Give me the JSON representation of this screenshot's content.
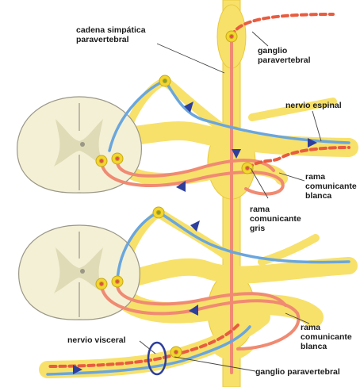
{
  "labels": {
    "sympathetic_chain": [
      "cadena simpática",
      "paravertebral"
    ],
    "ganglion_top": [
      "ganglio",
      "paravertebral"
    ],
    "spinal_nerve": "nervio espinal",
    "white_ramus_1": [
      "rama",
      "comunicante",
      "blanca"
    ],
    "gray_ramus": [
      "rama",
      "comunicante",
      "gris"
    ],
    "white_ramus_2": [
      "rama",
      "comunicante",
      "blanca"
    ],
    "visceral_nerve": "nervio visceral",
    "ganglion_bottom": "ganglio paravertebral"
  },
  "colors": {
    "nerve": "#f7e16a",
    "nerve_edge": "#e8c93c",
    "cord_fill": "#f4f0d6",
    "cord_edge": "#9a9786",
    "gray_matter": "#dfdbb6",
    "preganglionic": "#f08a72",
    "postganglionic_dash": "#e85c40",
    "sensory": "#6aa6dd",
    "arrow": "#2e3f9c",
    "neuron_body": "#f2d530",
    "neuron_core": "#e0504a"
  }
}
